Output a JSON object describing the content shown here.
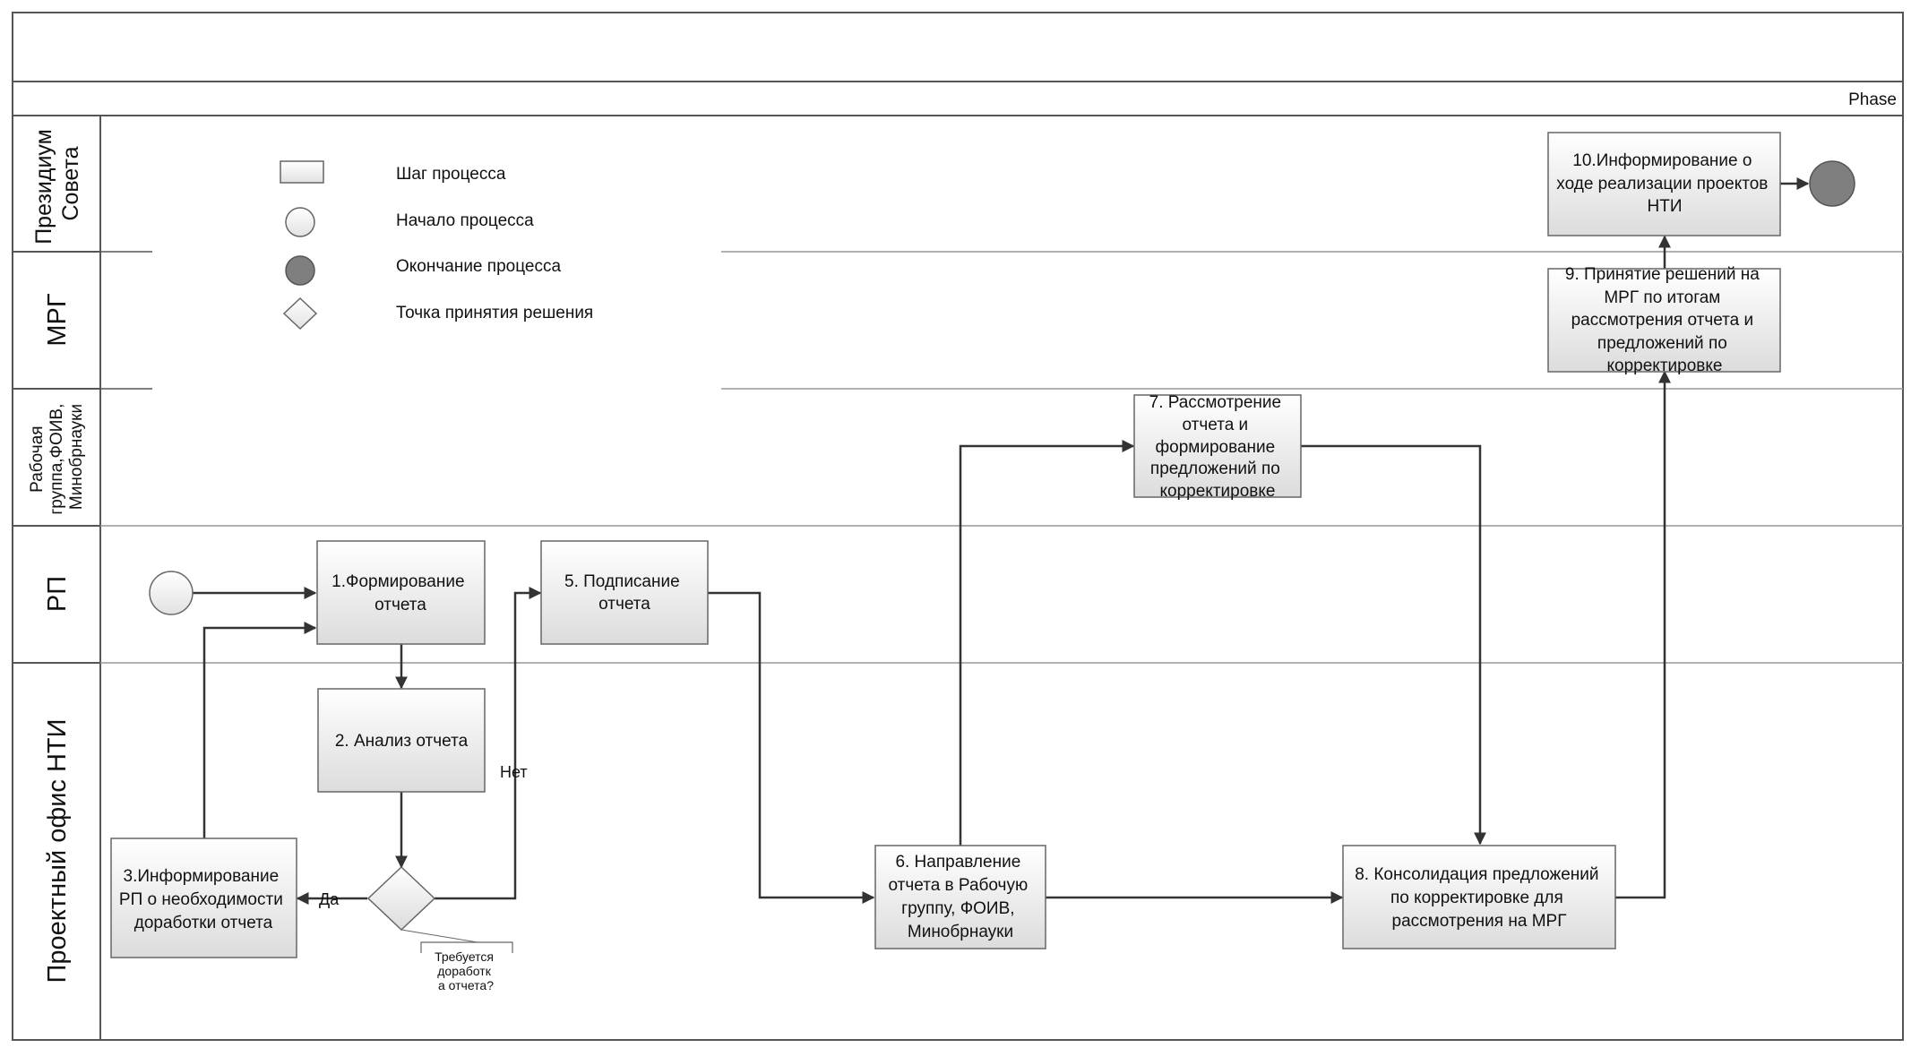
{
  "colors": {
    "border": "#555555",
    "line": "#333333",
    "box_top": "#ffffff",
    "box_bottom": "#dedede",
    "end_circle": "#7f7f7f"
  },
  "header": {
    "phase_label": "Phase"
  },
  "lanes": [
    {
      "id": "presidium",
      "lines": [
        "Президиум",
        "Совета"
      ]
    },
    {
      "id": "mrg",
      "lines": [
        "МРГ"
      ]
    },
    {
      "id": "workgroup",
      "lines": [
        "Рабочая",
        "группа,ФОИВ,",
        "Минобрнауки"
      ]
    },
    {
      "id": "rp",
      "lines": [
        "РП"
      ]
    },
    {
      "id": "office",
      "lines": [
        "Проектный офис НТИ"
      ]
    }
  ],
  "legend": {
    "items": [
      {
        "icon": "rect-icon",
        "label": "Шаг процесса"
      },
      {
        "icon": "start-circle-icon",
        "label": "Начало процесса"
      },
      {
        "icon": "end-circle-icon",
        "label": "Окончание процесса"
      },
      {
        "icon": "diamond-icon",
        "label": "Точка принятия решения"
      }
    ]
  },
  "nodes": [
    {
      "id": "n1",
      "lines": [
        "1.Формирование",
        "отчета"
      ]
    },
    {
      "id": "n2",
      "lines": [
        "2. Анализ отчета"
      ]
    },
    {
      "id": "n3",
      "lines": [
        "3.Информирование",
        "РП о необходимости",
        "доработки отчета"
      ]
    },
    {
      "id": "n5",
      "lines": [
        "5. Подписание",
        "отчета"
      ]
    },
    {
      "id": "n6",
      "lines": [
        "6. Направление",
        "отчета в Рабочую",
        "группу, ФОИВ,",
        "Минобрнауки"
      ]
    },
    {
      "id": "n7",
      "lines": [
        "7. Рассмотрение",
        "отчета и",
        "формирование",
        "предложений по",
        "корректировке"
      ]
    },
    {
      "id": "n8",
      "lines": [
        "8. Консолидация предложений",
        "по корректировке  для",
        "рассмотрения на МРГ"
      ]
    },
    {
      "id": "n9",
      "lines": [
        "9. Принятие решений на",
        "МРГ по итогам",
        "рассмотрения  отчета и",
        "предложений по",
        "корректировке"
      ]
    },
    {
      "id": "n10",
      "lines": [
        "10.Информирование о",
        "ходе реализации проектов",
        "НТИ"
      ]
    }
  ],
  "decision": {
    "id": "d4",
    "note_lines": [
      "Требуется",
      "доработк",
      "а отчета?"
    ]
  },
  "edge_labels": {
    "yes": "Да",
    "no": "Нет"
  }
}
